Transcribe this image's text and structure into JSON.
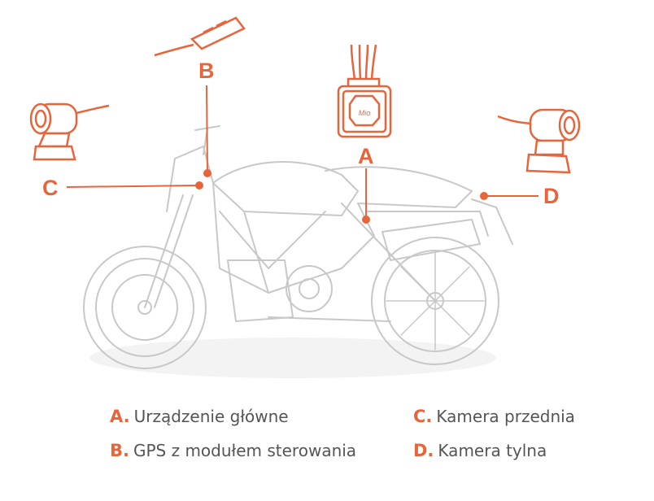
{
  "colors": {
    "accent": "#e8643a",
    "bike": "#c8c8c8",
    "text": "#555555"
  },
  "logo": "Mio",
  "markers": {
    "a": "A",
    "b": "B",
    "c": "C",
    "d": "D"
  },
  "legend": [
    {
      "key": "A.",
      "label": "Urządzenie główne"
    },
    {
      "key": "B.",
      "label": "GPS z modułem sterowania"
    },
    {
      "key": "C.",
      "label": "Kamera przednia"
    },
    {
      "key": "D.",
      "label": "Kamera tylna"
    }
  ]
}
